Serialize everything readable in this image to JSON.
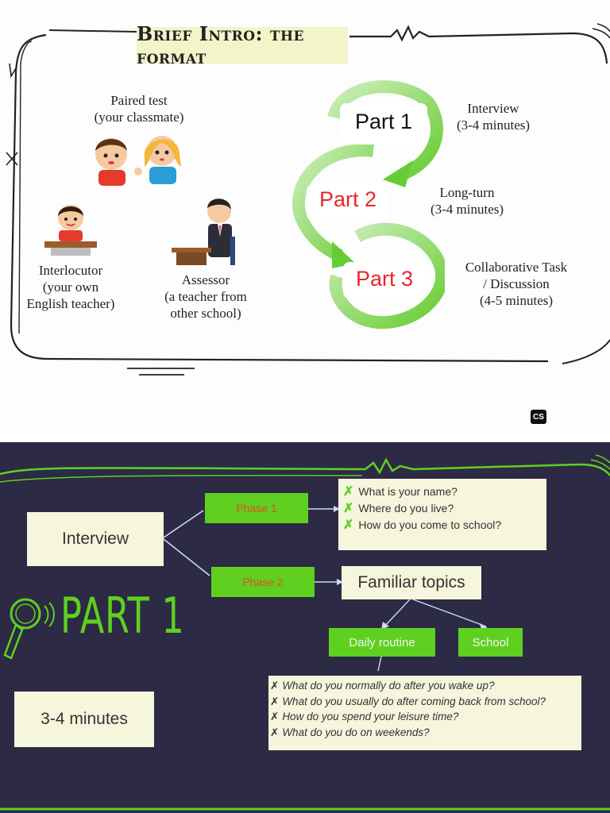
{
  "top_slide": {
    "title": "Brief Intro: the format",
    "paired_label_1": "Paired test",
    "paired_label_2": "(your classmate)",
    "interlocutor_1": "Interlocutor",
    "interlocutor_2": "(your own",
    "interlocutor_3": "English teacher)",
    "assessor_1": "Assessor",
    "assessor_2": "(a teacher from",
    "assessor_3": "other school)",
    "parts": [
      {
        "label": "Part 1",
        "desc_1": "Interview",
        "desc_2": "(3-4 minutes)",
        "color": "#111111"
      },
      {
        "label": "Part 2",
        "desc_1": "Long-turn",
        "desc_2": "(3-4 minutes)",
        "color": "#e8262b"
      },
      {
        "label": "Part 3",
        "desc_1": "Collaborative Task",
        "desc_2": "/ Discussion",
        "desc_3": "(4-5 minutes)",
        "color": "#e8262b"
      }
    ],
    "badge": "CS"
  },
  "bottom_slide": {
    "interview": "Interview",
    "phase_1": "Phase 1",
    "phase_2": "Phase 2",
    "phase_1_questions": [
      "What is your name?",
      "Where do you live?",
      "How do you come to school?"
    ],
    "familiar_topics": "Familiar topics",
    "daily_routine": "Daily routine",
    "school": "School",
    "part_title": "PART 1",
    "duration": "3-4 minutes",
    "routine_questions": [
      "What do you normally do after you wake up?",
      "What do you usually do after coming back from school?",
      "How do you spend your leisure time?",
      "What do you do on weekends?"
    ],
    "colors": {
      "accent_green": "#5fd020",
      "background": "#2c2a44",
      "box": "#f5f6dc"
    }
  }
}
